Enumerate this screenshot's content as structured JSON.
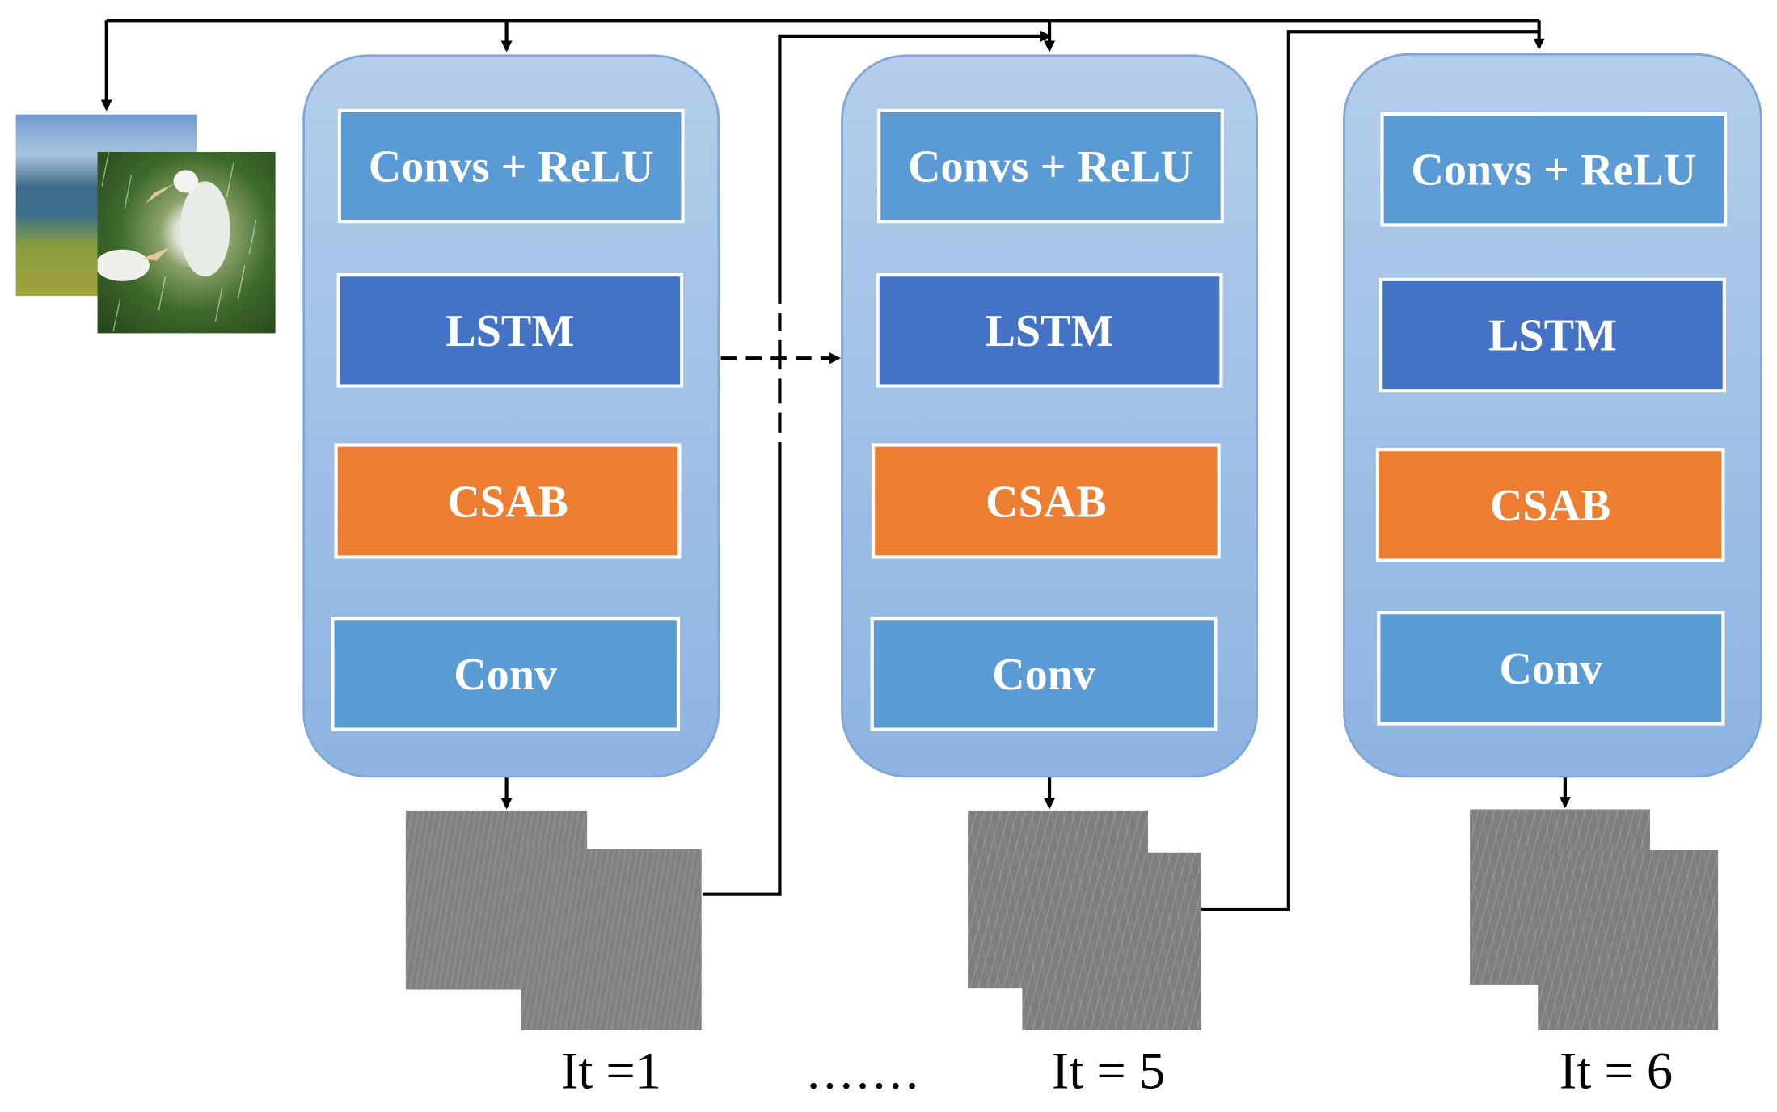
{
  "stages": [
    {
      "conv_relu": "Convs + ReLU",
      "lstm": "LSTM",
      "csab": "CSAB",
      "conv": "Conv",
      "iteration": "It =1"
    },
    {
      "conv_relu": "Convs + ReLU",
      "lstm": "LSTM",
      "csab": "CSAB",
      "conv": "Conv",
      "iteration": "It = 5"
    },
    {
      "conv_relu": "Convs + ReLU",
      "lstm": "LSTM",
      "csab": "CSAB",
      "conv": "Conv",
      "iteration": "It = 6"
    }
  ],
  "ellipsis": ".......",
  "colors": {
    "conv_relu": "#5b9bd5",
    "lstm": "#4472c4",
    "csab": "#ed7d31",
    "conv": "#5b9bd5",
    "stage_block": "#a6c3e6"
  }
}
